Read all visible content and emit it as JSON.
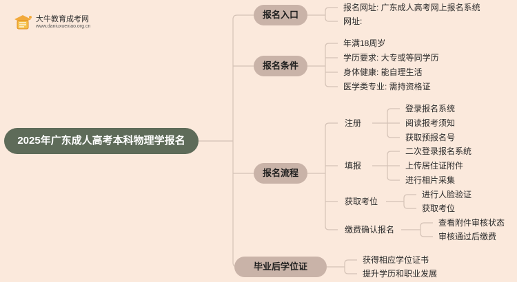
{
  "logo": {
    "name": "大牛教育成考网",
    "url": "www.daniuxuexiao.org.cn"
  },
  "root": "2025年广东成人高考本科物理学报名",
  "branches": [
    {
      "label": "报名入口",
      "items": [
        "报名网址: 广东成人高考网上报名系统",
        "网址:"
      ]
    },
    {
      "label": "报名条件",
      "items": [
        "年满18周岁",
        "学历要求: 大专或等同学历",
        "身体健康: 能自理生活",
        "医学类专业: 需持资格证"
      ]
    },
    {
      "label": "报名流程",
      "steps": [
        {
          "label": "注册",
          "items": [
            "登录报名系统",
            "阅读报考须知",
            "获取预报名号"
          ]
        },
        {
          "label": "填报",
          "items": [
            "二次登录报名系统",
            "上传居住证附件",
            "进行相片采集"
          ]
        },
        {
          "label": "获取考位",
          "items": [
            "进行人脸验证",
            "获取考位"
          ]
        },
        {
          "label": "缴费确认报名",
          "items": [
            "查看附件审核状态",
            "审核通过后缴费"
          ]
        }
      ]
    },
    {
      "label": "毕业后学位证",
      "items": [
        "获得相应学位证书",
        "提升学历和职业发展"
      ]
    }
  ],
  "colors": {
    "background": "#fbe9dc",
    "root_fill": "#5e6b59",
    "branch_fill": "#c9b3a8",
    "connector": "#d4c2b6"
  }
}
